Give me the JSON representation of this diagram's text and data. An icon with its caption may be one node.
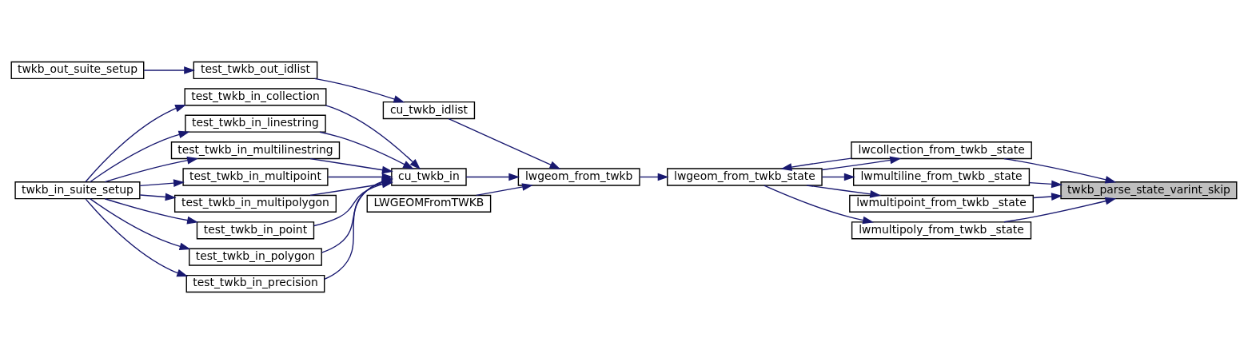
{
  "diagram": {
    "nodes": [
      {
        "text": [
          "twkb_out_suite_setup"
        ]
      },
      {
        "text": [
          "twkb_in_suite_setup"
        ]
      },
      {
        "text": [
          "test_twkb_out_idlist"
        ]
      },
      {
        "text": [
          "test_twkb_in_collection"
        ]
      },
      {
        "text": [
          "test_twkb_in_linestring"
        ]
      },
      {
        "text": [
          "test_twkb_in_multilinestring"
        ]
      },
      {
        "text": [
          "test_twkb_in_multipoint"
        ]
      },
      {
        "text": [
          "test_twkb_in_multipolygon"
        ]
      },
      {
        "text": [
          "test_twkb_in_point"
        ]
      },
      {
        "text": [
          "test_twkb_in_polygon"
        ]
      },
      {
        "text": [
          "test_twkb_in_precision"
        ]
      },
      {
        "text": [
          "cu_twkb_idlist"
        ]
      },
      {
        "text": [
          "cu_twkb_in"
        ]
      },
      {
        "text": [
          "lwgeom_from_twkb"
        ]
      },
      {
        "text": [
          "LWGEOMFromTWKB"
        ]
      },
      {
        "text": [
          "lwgeom_from_twkb_state"
        ]
      },
      {
        "text": [
          "lwcollection_from_twkb _state"
        ]
      },
      {
        "text": [
          "lwmultiline_from_twkb _state"
        ]
      },
      {
        "text": [
          "lwmultipoint_from_twkb _state"
        ]
      },
      {
        "text": [
          "lwmultipoly_from_twkb _state"
        ]
      },
      {
        "text": [
          "twkb_parse_state_varint_skip"
        ]
      }
    ],
    "edges": [
      {
        "from": 0,
        "to": 2,
        "arrow": "to"
      },
      {
        "from": 1,
        "to": 3,
        "arrow": "to"
      },
      {
        "from": 1,
        "to": 4,
        "arrow": "to"
      },
      {
        "from": 1,
        "to": 5,
        "arrow": "to"
      },
      {
        "from": 1,
        "to": 6,
        "arrow": "to"
      },
      {
        "from": 1,
        "to": 7,
        "arrow": "to"
      },
      {
        "from": 1,
        "to": 8,
        "arrow": "to"
      },
      {
        "from": 1,
        "to": 9,
        "arrow": "to"
      },
      {
        "from": 1,
        "to": 10,
        "arrow": "to"
      },
      {
        "from": 2,
        "to": 11,
        "arrow": "to"
      },
      {
        "from": 3,
        "to": 12,
        "arrow": "to"
      },
      {
        "from": 4,
        "to": 12,
        "arrow": "to"
      },
      {
        "from": 5,
        "to": 12,
        "arrow": "to"
      },
      {
        "from": 6,
        "to": 12,
        "arrow": "to"
      },
      {
        "from": 7,
        "to": 12,
        "arrow": "to"
      },
      {
        "from": 8,
        "to": 12,
        "arrow": "to"
      },
      {
        "from": 9,
        "to": 12,
        "arrow": "to"
      },
      {
        "from": 10,
        "to": 12,
        "arrow": "to"
      },
      {
        "from": 11,
        "to": 13,
        "arrow": "to"
      },
      {
        "from": 12,
        "to": 13,
        "arrow": "to"
      },
      {
        "from": 14,
        "to": 13,
        "arrow": "to"
      },
      {
        "from": 13,
        "to": 15,
        "arrow": "to"
      },
      {
        "from": 15,
        "to": 16,
        "arrow": "to"
      },
      {
        "from": 16,
        "to": 15,
        "arrow": "to"
      },
      {
        "from": 15,
        "to": 17,
        "arrow": "to"
      },
      {
        "from": 15,
        "to": 18,
        "arrow": "to"
      },
      {
        "from": 15,
        "to": 19,
        "arrow": "to"
      },
      {
        "from": 16,
        "to": 20,
        "arrow": "to"
      },
      {
        "from": 17,
        "to": 20,
        "arrow": "to"
      },
      {
        "from": 18,
        "to": 20,
        "arrow": "to"
      },
      {
        "from": 19,
        "to": 20,
        "arrow": "to"
      }
    ]
  }
}
